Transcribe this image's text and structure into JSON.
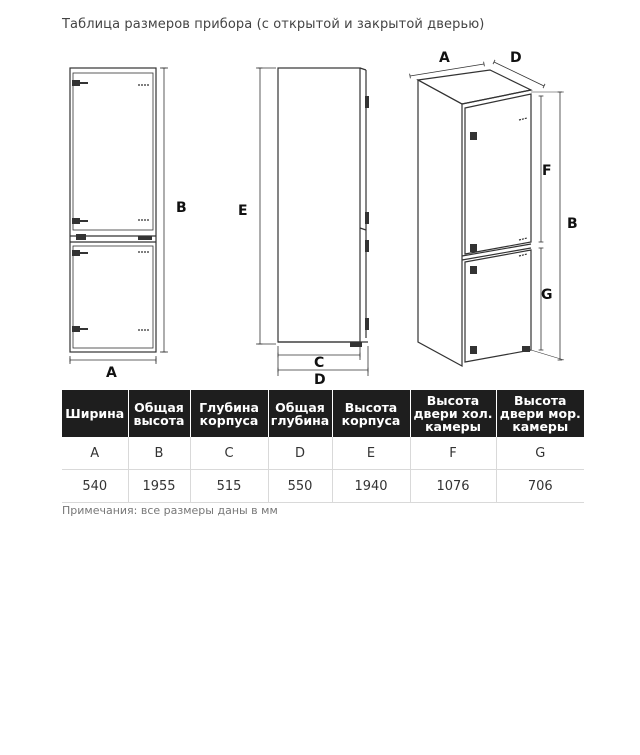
{
  "title": "Таблица размеров прибора (с открытой и закрытой дверью)",
  "diagram_labels": {
    "a": "A",
    "b": "B",
    "c": "C",
    "d": "D",
    "e": "E",
    "f": "F",
    "g": "G"
  },
  "table": {
    "headers": [
      [
        "Ширина"
      ],
      [
        "Общая",
        "высота"
      ],
      [
        "Глубина",
        "корпуса"
      ],
      [
        "Общая",
        "глубина"
      ],
      [
        "Высота",
        "корпуса"
      ],
      [
        "Высота",
        "двери хол.",
        "камеры"
      ],
      [
        "Высота",
        "двери мор.",
        "камеры"
      ]
    ],
    "letters": [
      "A",
      "B",
      "C",
      "D",
      "E",
      "F",
      "G"
    ],
    "values": [
      "540",
      "1955",
      "515",
      "550",
      "1940",
      "1076",
      "706"
    ]
  },
  "note": "Примечания: все размеры даны в мм"
}
